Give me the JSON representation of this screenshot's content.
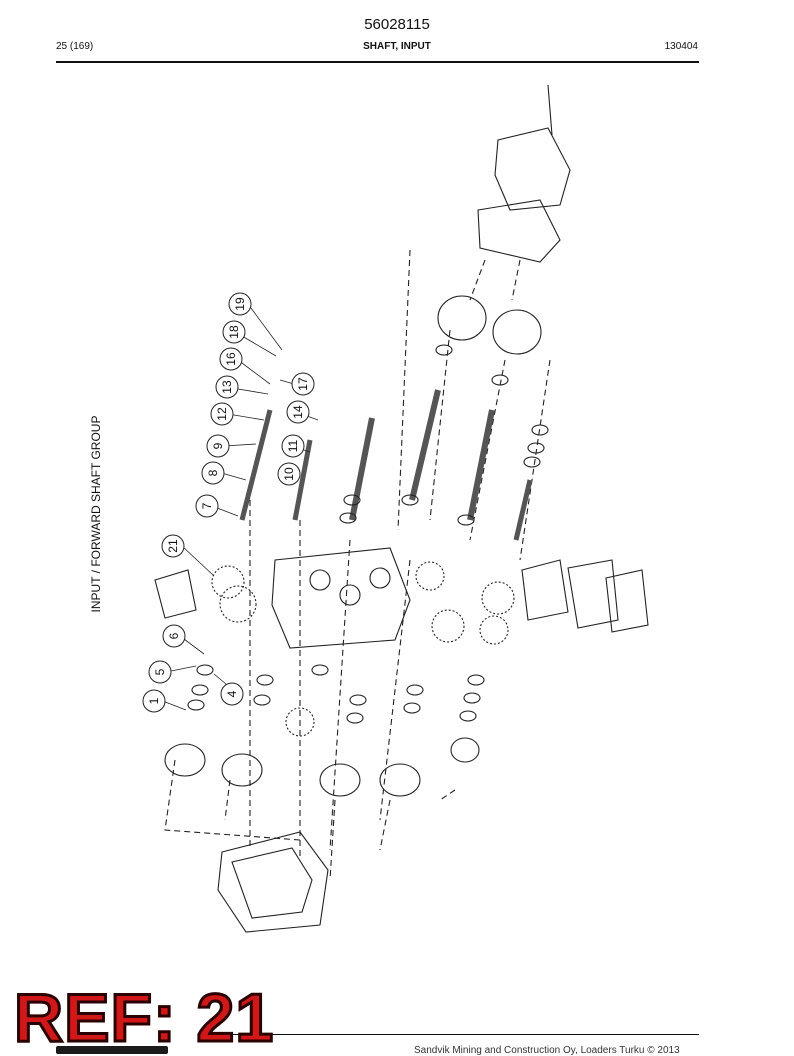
{
  "header": {
    "doc_number": "56028115",
    "page": "25 (169)",
    "section_title": "SHAFT, INPUT",
    "revision": "130404"
  },
  "side_title": "INPUT / FORWARD SHAFT GROUP",
  "callouts": [
    "19",
    "18",
    "16",
    "13",
    "12",
    "17",
    "14",
    "11",
    "10",
    "9",
    "8",
    "7",
    "21",
    "6",
    "5",
    "4",
    "1"
  ],
  "stamp": "REF: 21",
  "footer": {
    "copyright": "Sandvik Mining and Construction Oy, Loaders Turku © 2013"
  }
}
